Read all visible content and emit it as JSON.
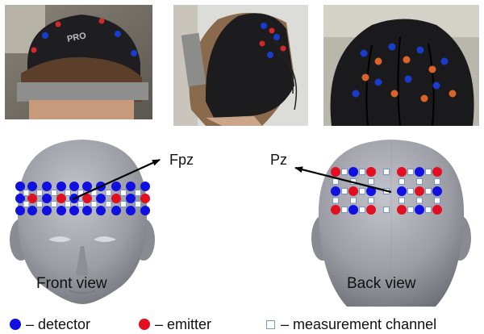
{
  "colors": {
    "detector": "#1010e0",
    "emitter": "#e01020",
    "channel_border": "#7898c0",
    "head": "#a4a4ac",
    "cap": "#1c1c1e"
  },
  "annotations": {
    "fpz": "Fpz",
    "pz": "Pz"
  },
  "views": {
    "front": "Front view",
    "back": "Back view"
  },
  "legend": {
    "detector": "– detector",
    "emitter": "– emitter",
    "channel": "– measurement channel"
  },
  "photos": {
    "front": "photo-front-view",
    "side": "photo-side-view",
    "back": "photo-back-view"
  }
}
